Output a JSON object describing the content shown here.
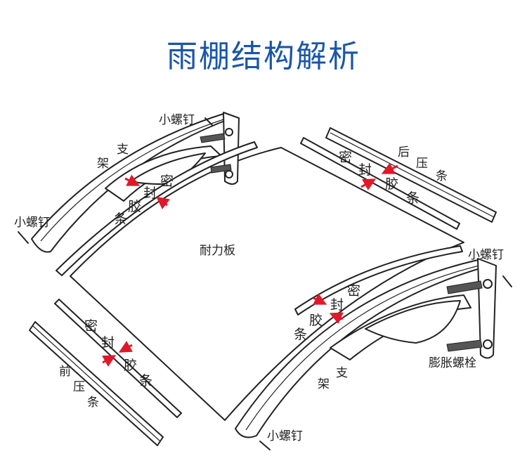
{
  "title": "雨棚结构解析",
  "labels": {
    "screw_top_left": "小螺钉",
    "screw_left": "小螺钉",
    "screw_right": "小螺钉",
    "screw_bottom": "小螺钉",
    "bracket_left": [
      "支",
      "架"
    ],
    "bracket_right": [
      "支",
      "架"
    ],
    "seal_strip": [
      "密",
      "封",
      "胶",
      "条"
    ],
    "rear_strip": [
      "后",
      "压",
      "条"
    ],
    "front_strip": [
      "前",
      "压",
      "条"
    ],
    "panel": "耐力板",
    "expansion_bolt": "膨胀螺栓"
  },
  "colors": {
    "title": "#1a56a8",
    "arrow": "#e0192a",
    "line": "#222222"
  }
}
